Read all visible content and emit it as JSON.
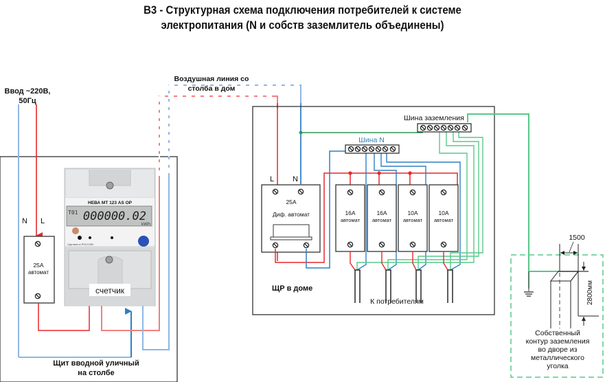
{
  "title": {
    "line1": "B3 - Структурная схема подключения потребителей к системе",
    "line2": "электропитания (N и собств заземлитель объединены)"
  },
  "input": {
    "label_line1": "Ввод ~220В,",
    "label_line2": "50Гц"
  },
  "overhead_line": {
    "label_line1": "Воздушная линия со",
    "label_line2": "столба в дом"
  },
  "pole_panel": {
    "caption_line1": "Щит вводной уличный",
    "caption_line2": "на столбе",
    "n_label": "N",
    "l_label": "L",
    "breaker": {
      "rating": "25А",
      "type": "автомат"
    },
    "meter": {
      "model": "НЕВА МТ 123 AS OP",
      "tariff": "T01",
      "reading": "000000.02",
      "unit": "kWh",
      "made_in": "Сделано в РОССИИ",
      "label": "счетчик"
    }
  },
  "house_panel": {
    "caption": "ЩР в доме",
    "l_label": "L",
    "n_label": "N",
    "rcbo": {
      "rating": "25А",
      "type": "Диф. автомат"
    },
    "ground_bus_label": "Шина заземления",
    "neutral_bus_label": "Шина N",
    "breakers": [
      {
        "rating": "16А",
        "type": "автомат"
      },
      {
        "rating": "16А",
        "type": "автомат"
      },
      {
        "rating": "10А",
        "type": "автомат"
      },
      {
        "rating": "10А",
        "type": "автомат"
      }
    ],
    "consumers_label": "К потребителям"
  },
  "ground_loop": {
    "width_dim": "1500",
    "depth_dim": "2800мм",
    "caption_lines": [
      "Собственный",
      "контур заземления",
      "во дворе из",
      "металлического",
      "уголка"
    ]
  },
  "colors": {
    "phase": "#e8262a",
    "phase_light": "#f08080",
    "neutral": "#2f7fc1",
    "neutral_light": "#8fb7e3",
    "ground": "#58c98a",
    "ground_dark": "#2a9a55",
    "frame": "#333333"
  }
}
